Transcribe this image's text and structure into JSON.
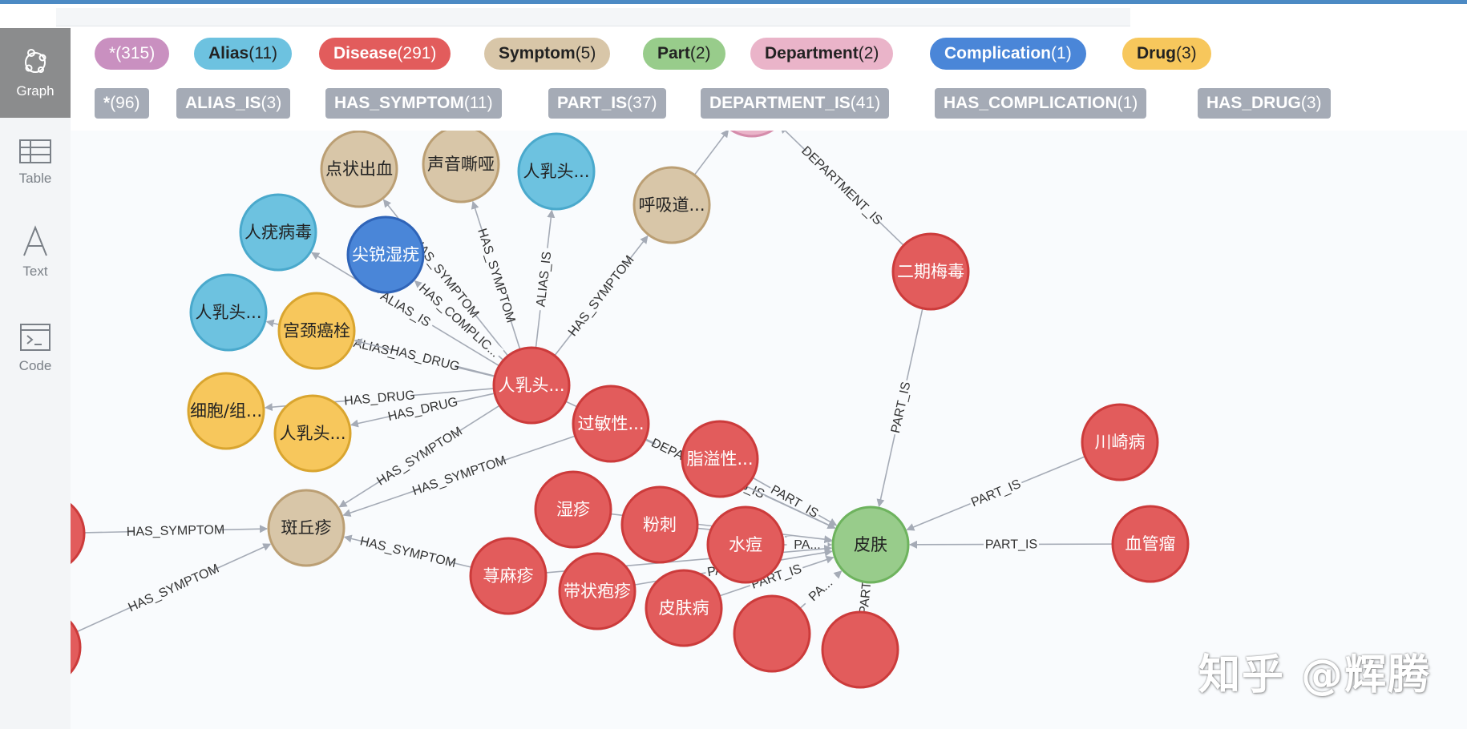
{
  "sidebar": {
    "items": [
      {
        "label": "Graph",
        "icon": "graph-icon",
        "active": true
      },
      {
        "label": "Table",
        "icon": "table-icon",
        "active": false
      },
      {
        "label": "Text",
        "icon": "text-icon",
        "active": false
      },
      {
        "label": "Code",
        "icon": "code-icon",
        "active": false
      }
    ]
  },
  "legend": {
    "node_labels": [
      {
        "name": "*",
        "count": "(315)",
        "color": "#c990c0",
        "text_color": "#ffffff",
        "bold": false
      },
      {
        "name": "Alias",
        "count": "(11)",
        "color": "#6dc2e0",
        "text_color": "#222222",
        "bold": true
      },
      {
        "name": "Disease",
        "count": "(291)",
        "color": "#e25c5c",
        "text_color": "#ffffff",
        "bold": true
      },
      {
        "name": "Symptom",
        "count": "(5)",
        "color": "#d8c6a8",
        "text_color": "#222222",
        "bold": true
      },
      {
        "name": "Part",
        "count": "(2)",
        "color": "#98cc8b",
        "text_color": "#222222",
        "bold": true
      },
      {
        "name": "Department",
        "count": "(2)",
        "color": "#eab4c9",
        "text_color": "#222222",
        "bold": true
      },
      {
        "name": "Complication",
        "count": "(1)",
        "color": "#4a86d8",
        "text_color": "#ffffff",
        "bold": true
      },
      {
        "name": "Drug",
        "count": "(3)",
        "color": "#f7c75c",
        "text_color": "#222222",
        "bold": true
      }
    ],
    "relationship_types": [
      {
        "name": "*",
        "count": "(96)"
      },
      {
        "name": "ALIAS_IS",
        "count": "(3)"
      },
      {
        "name": "HAS_SYMPTOM",
        "count": "(11)"
      },
      {
        "name": "PART_IS",
        "count": "(37)"
      },
      {
        "name": "DEPARTMENT_IS",
        "count": "(41)"
      },
      {
        "name": "HAS_COMPLICATION",
        "count": "(1)"
      },
      {
        "name": "HAS_DRUG",
        "count": "(3)"
      }
    ]
  },
  "graph": {
    "node_styles": {
      "Alias": {
        "fill": "#6dc2e0",
        "stroke": "#4aa9cc",
        "text": "#222222"
      },
      "Disease": {
        "fill": "#e25c5c",
        "stroke": "#cc3b3b",
        "text": "#ffffff"
      },
      "Symptom": {
        "fill": "#d8c6a8",
        "stroke": "#bb9f74",
        "text": "#222222"
      },
      "Part": {
        "fill": "#98cc8b",
        "stroke": "#6eb35e",
        "text": "#222222"
      },
      "Department": {
        "fill": "#eab4c9",
        "stroke": "#d58cab",
        "text": "#222222"
      },
      "Complication": {
        "fill": "#4a86d8",
        "stroke": "#2f64b8",
        "text": "#ffffff"
      },
      "Drug": {
        "fill": "#f7c75c",
        "stroke": "#d9a52f",
        "text": "#222222"
      }
    },
    "nodes": [
      {
        "id": "n_hpv",
        "label": "人乳头...",
        "type": "Disease"
      },
      {
        "id": "n_dzcx",
        "label": "点状出血",
        "type": "Symptom"
      },
      {
        "id": "n_sysy",
        "label": "声音嘶哑",
        "type": "Symptom"
      },
      {
        "id": "n_rrt_top",
        "label": "人乳头...",
        "type": "Alias"
      },
      {
        "id": "n_hxd",
        "label": "呼吸道...",
        "type": "Symptom"
      },
      {
        "id": "n_ryby",
        "label": "人疣病毒",
        "type": "Alias"
      },
      {
        "id": "n_jrsy",
        "label": "尖锐湿疣",
        "type": "Complication"
      },
      {
        "id": "n_rrt_left",
        "label": "人乳头...",
        "type": "Alias"
      },
      {
        "id": "n_gjas",
        "label": "宫颈癌栓",
        "type": "Drug"
      },
      {
        "id": "n_xb",
        "label": "细胞/组...",
        "type": "Drug"
      },
      {
        "id": "n_rrt_drug",
        "label": "人乳头...",
        "type": "Drug"
      },
      {
        "id": "n_bqz",
        "label": "斑丘疹",
        "type": "Symptom"
      },
      {
        "id": "n_gmx",
        "label": "过敏性...",
        "type": "Disease"
      },
      {
        "id": "n_zyx",
        "label": "脂溢性...",
        "type": "Disease"
      },
      {
        "id": "n_sz",
        "label": "湿疹",
        "type": "Disease"
      },
      {
        "id": "n_fc",
        "label": "粉刺",
        "type": "Disease"
      },
      {
        "id": "n_sd",
        "label": "水痘",
        "type": "Disease"
      },
      {
        "id": "n_pf",
        "label": "皮肤",
        "type": "Part"
      },
      {
        "id": "n_xmz",
        "label": "荨麻疹",
        "type": "Disease"
      },
      {
        "id": "n_dzpz",
        "label": "带状疱疹",
        "type": "Disease"
      },
      {
        "id": "n_pfb",
        "label": "皮肤病",
        "type": "Disease"
      },
      {
        "id": "n_eqmd",
        "label": "二期梅毒",
        "type": "Disease"
      },
      {
        "id": "n_cqb",
        "label": "川崎病",
        "type": "Disease"
      },
      {
        "id": "n_xgl",
        "label": "血管瘤",
        "type": "Disease"
      },
      {
        "id": "n_dept",
        "label": "",
        "type": "Department"
      },
      {
        "id": "n_left_a",
        "label": "",
        "type": "Disease"
      },
      {
        "id": "n_left_b",
        "label": "",
        "type": "Disease"
      },
      {
        "id": "n_bot1",
        "label": "",
        "type": "Disease"
      },
      {
        "id": "n_bot2",
        "label": "",
        "type": "Disease"
      }
    ],
    "edges": [
      {
        "from": "n_hpv",
        "to": "n_dzcx",
        "label": "HAS_SYMPTOM"
      },
      {
        "from": "n_hpv",
        "to": "n_sysy",
        "label": "HAS_SYMPTOM"
      },
      {
        "from": "n_hpv",
        "to": "n_rrt_top",
        "label": "ALIAS_IS"
      },
      {
        "from": "n_hpv",
        "to": "n_hxd",
        "label": "HAS_SYMPTOM"
      },
      {
        "from": "n_hpv",
        "to": "n_ryby",
        "label": "ALIAS_IS"
      },
      {
        "from": "n_hpv",
        "to": "n_jrsy",
        "label": "HAS_COMPLIC..."
      },
      {
        "from": "n_hpv",
        "to": "n_rrt_left",
        "label": "ALIAS_IS"
      },
      {
        "from": "n_hpv",
        "to": "n_gjas",
        "label": "HAS_DRUG"
      },
      {
        "from": "n_hpv",
        "to": "n_xb",
        "label": "HAS_DRUG"
      },
      {
        "from": "n_hpv",
        "to": "n_rrt_drug",
        "label": "HAS_DRUG"
      },
      {
        "from": "n_hpv",
        "to": "n_bqz",
        "label": "HAS_SYMPTOM"
      },
      {
        "from": "n_gmx",
        "to": "n_bqz",
        "label": "HAS_SYMPTOM"
      },
      {
        "from": "n_xmz",
        "to": "n_bqz",
        "label": "HAS_SYMPTOM"
      },
      {
        "from": "n_left_a",
        "to": "n_bqz",
        "label": "HAS_SYMPTOM"
      },
      {
        "from": "n_left_b",
        "to": "n_bqz",
        "label": "HAS_SYMPTOM"
      },
      {
        "from": "n_hxd",
        "to": "n_dept",
        "label": ""
      },
      {
        "from": "n_eqmd",
        "to": "n_dept",
        "label": "DEPARTMENT_IS"
      },
      {
        "from": "n_eqmd",
        "to": "n_pf",
        "label": "PART_IS"
      },
      {
        "from": "n_cqb",
        "to": "n_pf",
        "label": "PART_IS"
      },
      {
        "from": "n_xgl",
        "to": "n_pf",
        "label": "PART_IS"
      },
      {
        "from": "n_zyx",
        "to": "n_pf",
        "label": "PART_IS"
      },
      {
        "from": "n_gmx",
        "to": "n_pf",
        "label": "PART_IS"
      },
      {
        "from": "n_fc",
        "to": "n_pf",
        "label": "PA..."
      },
      {
        "from": "n_sd",
        "to": "n_pf",
        "label": "PA..."
      },
      {
        "from": "n_dzpz",
        "to": "n_pf",
        "label": "PART_IS"
      },
      {
        "from": "n_pfb",
        "to": "n_pf",
        "label": "PART_IS"
      },
      {
        "from": "n_sz",
        "to": "n_pf",
        "label": ""
      },
      {
        "from": "n_xmz",
        "to": "n_pf",
        "label": ""
      },
      {
        "from": "n_bot1",
        "to": "n_pf",
        "label": "PA..."
      },
      {
        "from": "n_bot2",
        "to": "n_pf",
        "label": "PART"
      },
      {
        "from": "n_hpv",
        "to": "n_pf",
        "label": "DEPARTMENT_IS"
      }
    ]
  },
  "watermark": "知乎 @辉腾"
}
